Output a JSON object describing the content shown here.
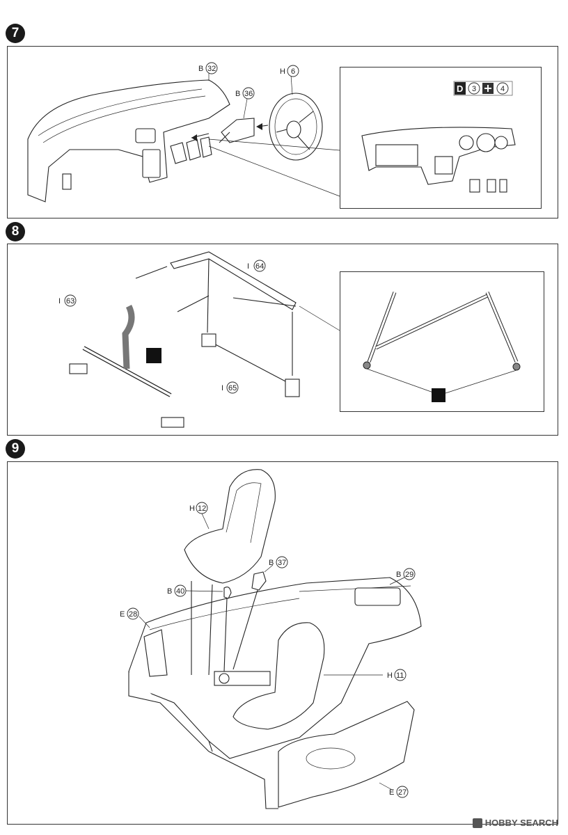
{
  "steps": [
    {
      "number": "7",
      "labels": [
        {
          "prefix": "B",
          "num": "32"
        },
        {
          "prefix": "B",
          "num": "36"
        },
        {
          "prefix": "H",
          "num": "6"
        }
      ],
      "paint_chip": {
        "code": "D",
        "n1": "3",
        "n2": "4"
      }
    },
    {
      "number": "8",
      "labels": [
        {
          "prefix": "I",
          "num": "63"
        },
        {
          "prefix": "I",
          "num": "64"
        },
        {
          "prefix": "I",
          "num": "65"
        }
      ]
    },
    {
      "number": "9",
      "labels": [
        {
          "prefix": "H",
          "num": "12"
        },
        {
          "prefix": "B",
          "num": "37"
        },
        {
          "prefix": "B",
          "num": "40"
        },
        {
          "prefix": "B",
          "num": "29"
        },
        {
          "prefix": "E",
          "num": "28"
        },
        {
          "prefix": "H",
          "num": "11"
        },
        {
          "prefix": "E",
          "num": "27"
        }
      ]
    }
  ],
  "watermark": "HOBBY SEARCH"
}
